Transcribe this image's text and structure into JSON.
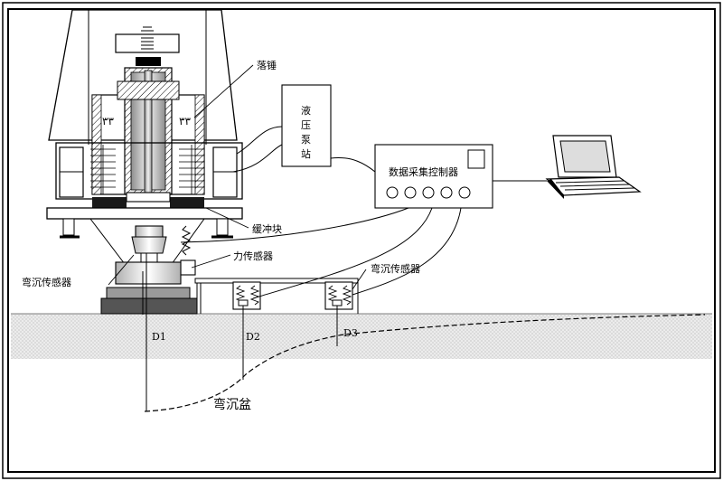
{
  "labels": {
    "drop_hammer": "落锤",
    "hydraulic_pump": "液压泵站",
    "daq_controller": "数据采集控制器",
    "buffer_block": "缓冲块",
    "force_sensor": "力传感器",
    "deflection_sensor_left": "弯沉传感器",
    "deflection_sensor_right": "弯沉传感器",
    "d1": "D1",
    "d2": "D2",
    "d3": "D3",
    "deflection_basin": "弯沉盆"
  },
  "colors": {
    "ink": "#000000",
    "soil": "#e8e8e8",
    "dark": "#1a1a1a",
    "mid": "#9a9a9a",
    "light": "#d8d8d8"
  },
  "icons": [
    "laptop-icon",
    "spring-icon",
    "hatched-wall"
  ]
}
